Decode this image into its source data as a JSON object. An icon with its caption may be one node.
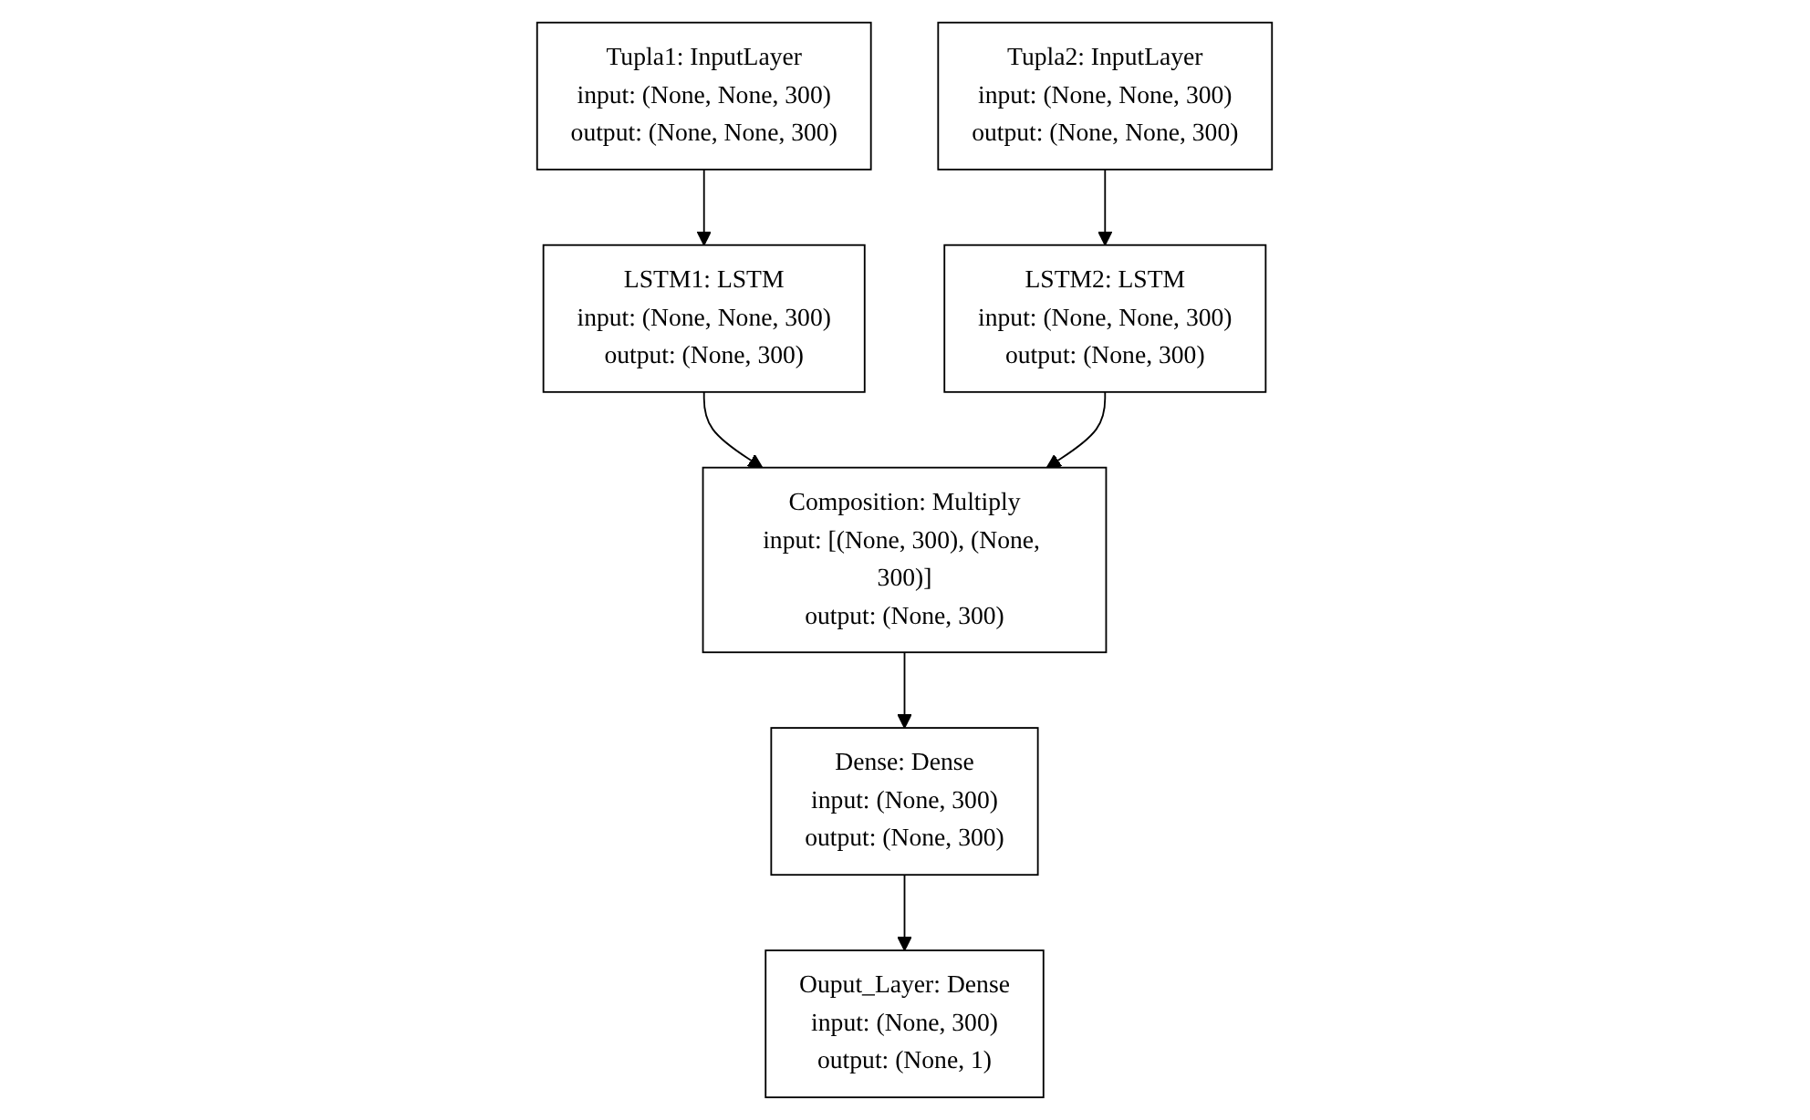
{
  "diagram": {
    "nodes": [
      {
        "text": [
          "Tupla1: InputLayer",
          "input:",
          "(None, None, 300)",
          "output:",
          "(None, None, 300)"
        ]
      },
      {
        "text": [
          "Tupla2: InputLayer",
          "input:",
          "(None, None, 300)",
          "output:",
          "(None, None, 300)"
        ]
      },
      {
        "text": [
          "LSTM1: LSTM",
          "input:",
          "(None, None, 300)",
          "output:",
          "(None, 300)"
        ]
      },
      {
        "text": [
          "LSTM2: LSTM",
          "input:",
          "(None, None, 300)",
          "output:",
          "(None, 300)"
        ]
      },
      {
        "text": [
          "Composition: Multiply",
          "input:",
          "[(None, 300), (None, 300)]",
          "output:",
          "(None, 300)"
        ]
      },
      {
        "text": [
          "Dense: Dense",
          "input:",
          "(None, 300)",
          "output:",
          "(None, 300)"
        ]
      },
      {
        "text": [
          "Ouput_Layer: Dense",
          "input:",
          "(None, 300)",
          "output:",
          "(None, 1)"
        ]
      }
    ],
    "edges": [
      {
        "from": 0,
        "to": 2,
        "arrow": "to"
      },
      {
        "from": 1,
        "to": 3,
        "arrow": "to"
      },
      {
        "from": 2,
        "to": 4,
        "arrow": "to"
      },
      {
        "from": 3,
        "to": 4,
        "arrow": "to"
      },
      {
        "from": 4,
        "to": 5,
        "arrow": "to"
      },
      {
        "from": 5,
        "to": 6,
        "arrow": "to"
      }
    ]
  }
}
